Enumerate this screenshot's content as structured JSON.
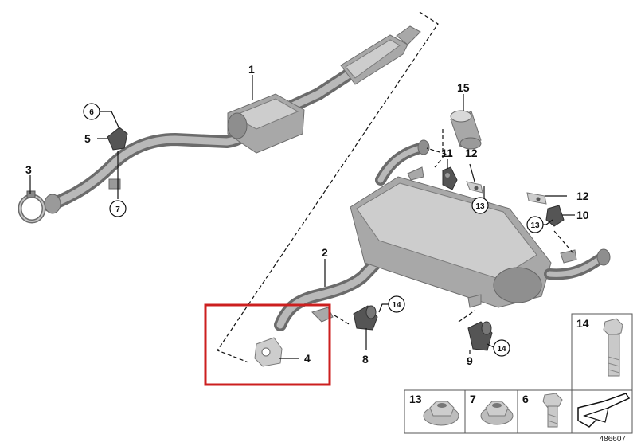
{
  "diagram": {
    "labels": {
      "p1": "1",
      "p2": "2",
      "p3": "3",
      "p4": "4",
      "p5": "5",
      "p8": "8",
      "p9": "9",
      "p10": "10",
      "p11": "11",
      "p12a": "12",
      "p12b": "12",
      "p15": "15",
      "c6": "6",
      "c7": "7",
      "c13a": "13",
      "c13b": "13",
      "c14a": "14",
      "c14b": "14"
    },
    "legend": {
      "bolt_long": "14",
      "nut_13": "13",
      "nut_7": "7",
      "bolt_6": "6"
    },
    "reference_number": "486607",
    "highlight_color": "#cc1f1f"
  }
}
